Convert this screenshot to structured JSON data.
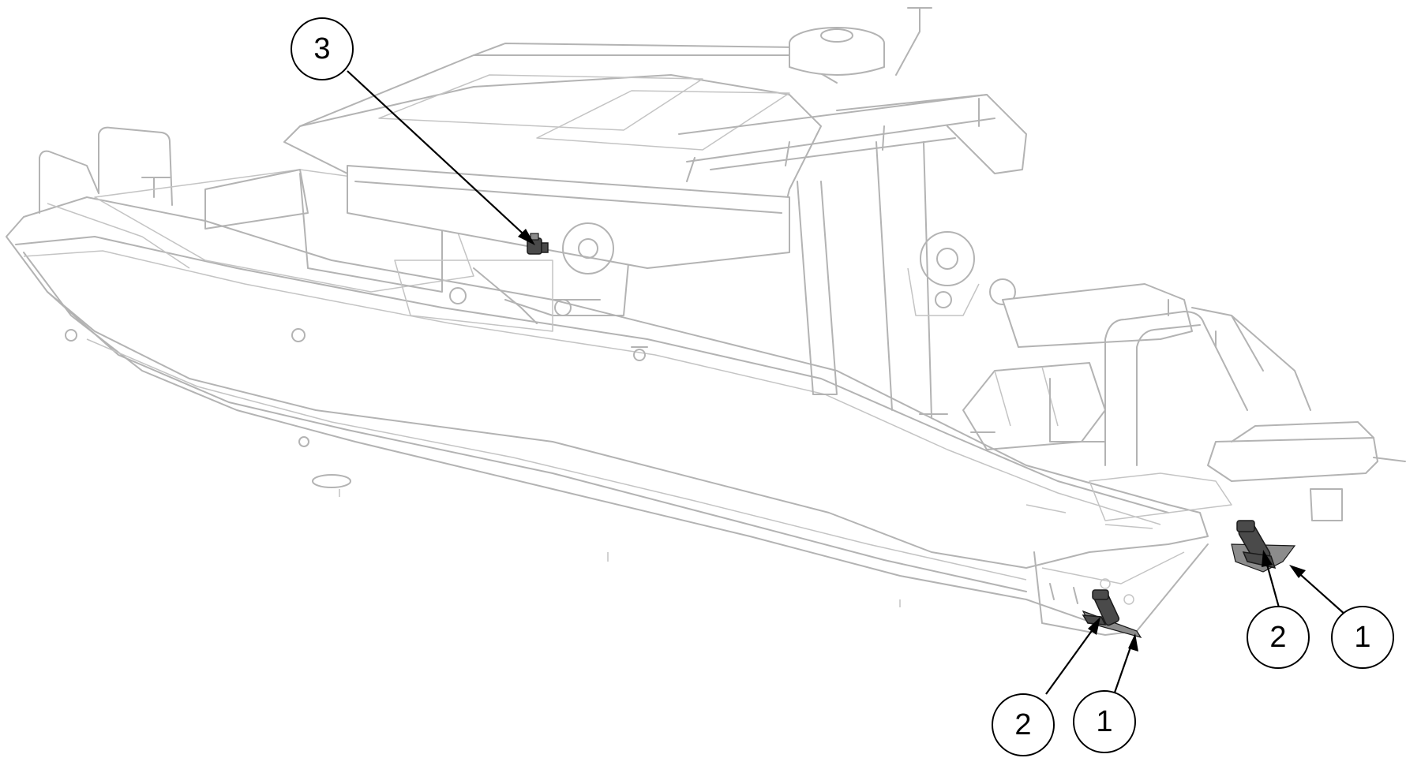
{
  "figure": {
    "subject": "boat-illustration",
    "callouts": [
      {
        "id": "callout-3",
        "label": "3"
      },
      {
        "id": "callout-2-left",
        "label": "2"
      },
      {
        "id": "callout-1-left",
        "label": "1"
      },
      {
        "id": "callout-2-right",
        "label": "2"
      },
      {
        "id": "callout-1-right",
        "label": "1"
      }
    ]
  },
  "colors": {
    "outline": "#b3b3b3",
    "highlight_part": "#4a4a4a",
    "callout_stroke": "#000000"
  }
}
